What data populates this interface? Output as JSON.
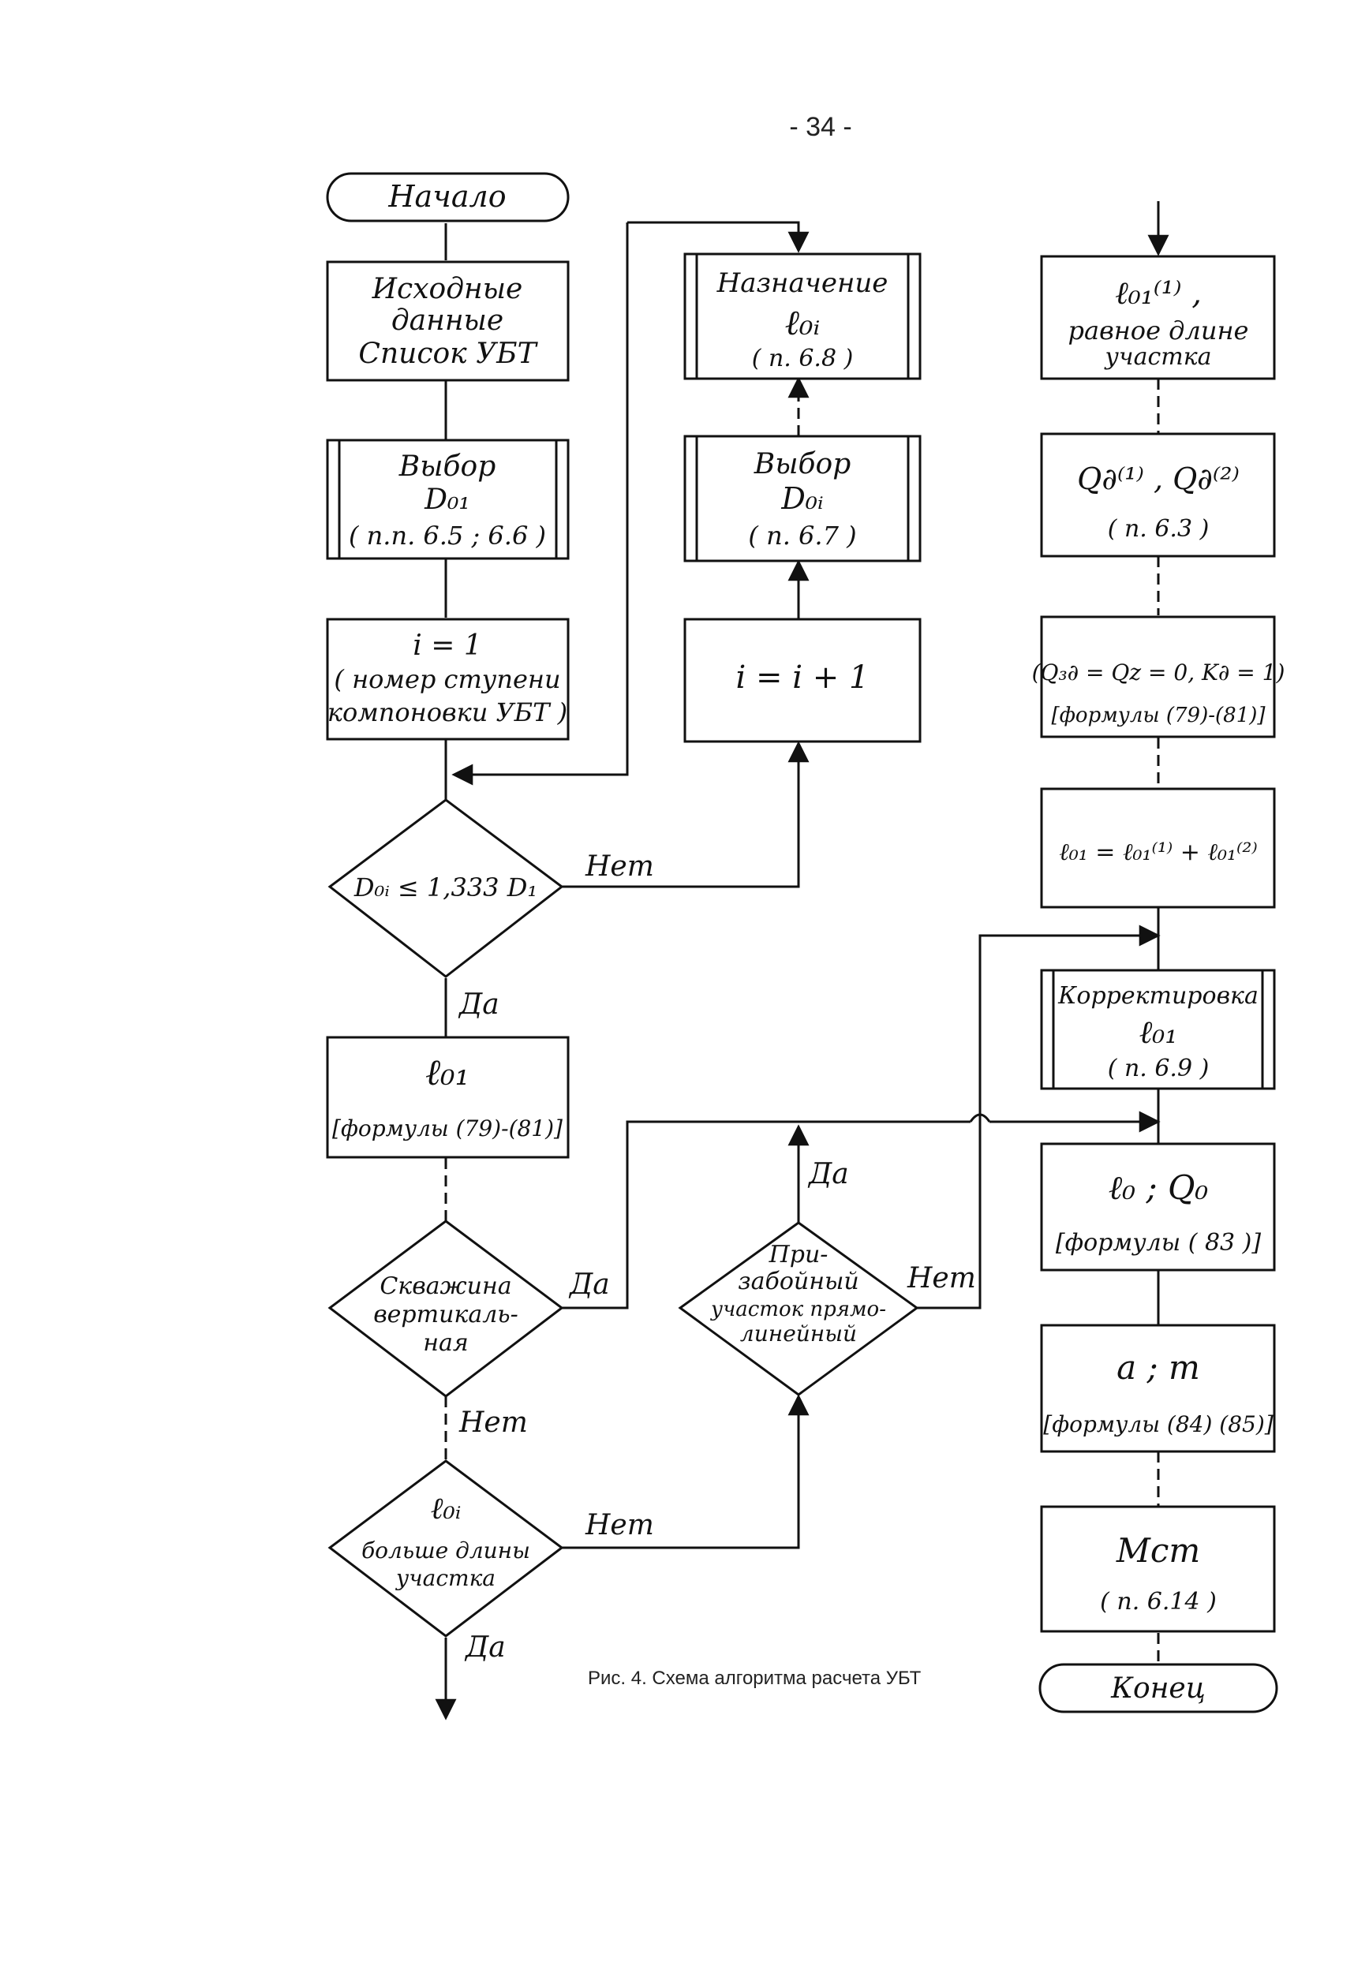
{
  "page_number": "- 34 -",
  "caption": "Рис. 4. Схема алгоритма расчета УБТ",
  "nodes": {
    "start": "Начало",
    "input": [
      "Исходные",
      "данные",
      "Список УБТ"
    ],
    "choose_d01": [
      "Выбор",
      "D₀₁",
      "( п.п. 6.5 ; 6.6 )"
    ],
    "init_i": [
      "i = 1",
      "( номер ступени",
      "компоновки УБТ )"
    ],
    "cond_d": "D₀ᵢ ≤ 1,333 D₁",
    "calc_l01": [
      "ℓ₀₁",
      "[формулы (79)-(81)]"
    ],
    "cond_vertical": [
      "Скважина",
      "вертикаль-",
      "ная"
    ],
    "cond_longer": [
      "ℓ₀ᵢ",
      "больше длины",
      "участка"
    ],
    "assign_l0i": [
      "Назначение",
      "ℓ₀ᵢ",
      "( п. 6.8 )"
    ],
    "choose_d0i": [
      "Выбор",
      "D₀ᵢ",
      "( п. 6.7 )"
    ],
    "incr_i": "i = i + 1",
    "cond_straight": [
      "При-",
      "забойный",
      "участок прямо-",
      "линейный"
    ],
    "l01_section": [
      "ℓ₀₁⁽¹⁾ ,",
      "равное длине",
      "участка"
    ],
    "q_calc": [
      "Q∂⁽¹⁾ , Q∂⁽²⁾",
      "( п. 6.3 )"
    ],
    "q_formula": [
      "(Q₃∂ = Q𝑧 = 0, K∂ = 1)",
      "[формулы (79)-(81)]"
    ],
    "l01_sum": "ℓ₀₁ = ℓ₀₁⁽¹⁾ + ℓ₀₁⁽²⁾",
    "correction": [
      "Корректировка",
      "ℓ₀₁",
      "( п. 6.9 )"
    ],
    "l0_q0": [
      "ℓ₀ ; Q₀",
      "[формулы ( 83 )]"
    ],
    "a_m": [
      "a ; m",
      "[формулы (84) (85)]"
    ],
    "m_st": [
      "Mст",
      "( п. 6.14 )"
    ],
    "end": "Конец"
  },
  "edge_labels": {
    "no": "Нет",
    "yes": "Да"
  }
}
